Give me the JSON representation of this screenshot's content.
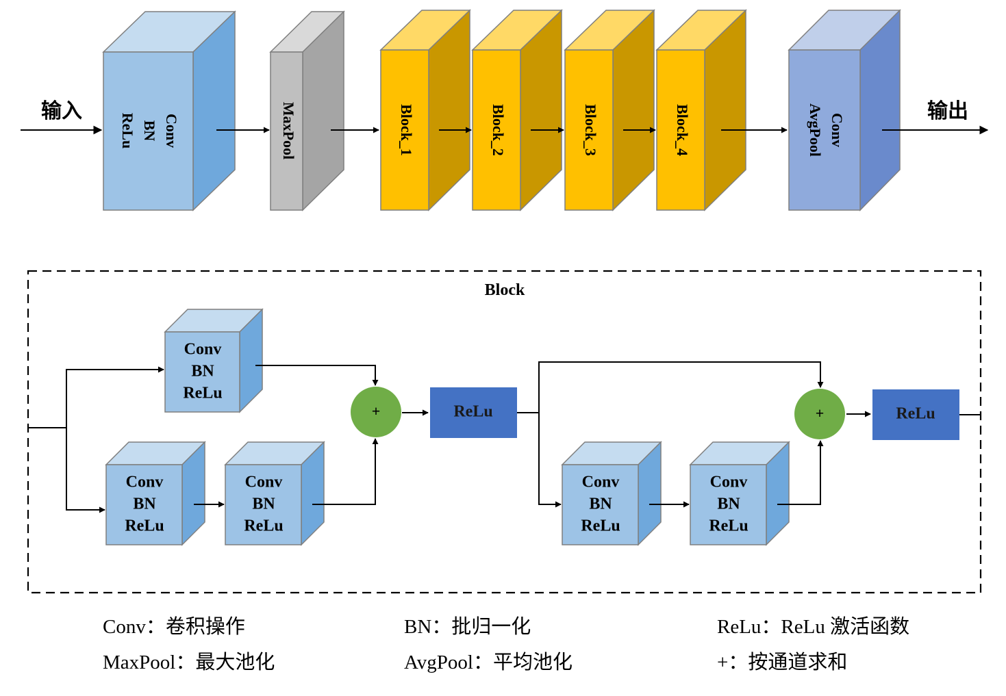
{
  "top_flow": {
    "input_label": "输入",
    "output_label": "输出",
    "stem_block": {
      "lines": [
        "Conv",
        "BN",
        "ReLu"
      ],
      "front_color": "#9dc3e6",
      "top_color": "#c5dcf0",
      "side_color": "#6fa8dc"
    },
    "maxpool_block": {
      "lines": [
        "MaxPool"
      ],
      "front_color": "#bfbfbf",
      "top_color": "#d9d9d9",
      "side_color": "#a5a5a5"
    },
    "res_blocks": [
      {
        "label": "Block_1"
      },
      {
        "label": "Block_2"
      },
      {
        "label": "Block_3"
      },
      {
        "label": "Block_4"
      }
    ],
    "res_block_colors": {
      "front": "#ffc000",
      "top": "#ffd966",
      "side": "#c99700"
    },
    "head_block": {
      "lines": [
        "Conv",
        "AvgPool"
      ],
      "front_color": "#8faadc",
      "top_color": "#c0cfea",
      "side_color": "#6a8acc"
    }
  },
  "block_detail": {
    "title": "Block",
    "conv_unit_lines": [
      "Conv",
      "BN",
      "ReLu"
    ],
    "conv_unit_colors": {
      "front": "#9dc3e6",
      "top": "#c5dcf0",
      "side": "#6fa8dc"
    },
    "sum_symbol": "+",
    "sum_color": "#70ad47",
    "relu_label": "ReLu",
    "relu_color": "#4472c4"
  },
  "legend": [
    {
      "text": "Conv：卷积操作"
    },
    {
      "text": "BN：批归一化"
    },
    {
      "text": "ReLu：ReLu 激活函数"
    },
    {
      "text": "MaxPool：最大池化"
    },
    {
      "text": "AvgPool：平均池化"
    },
    {
      "text": "+：按通道求和"
    }
  ]
}
